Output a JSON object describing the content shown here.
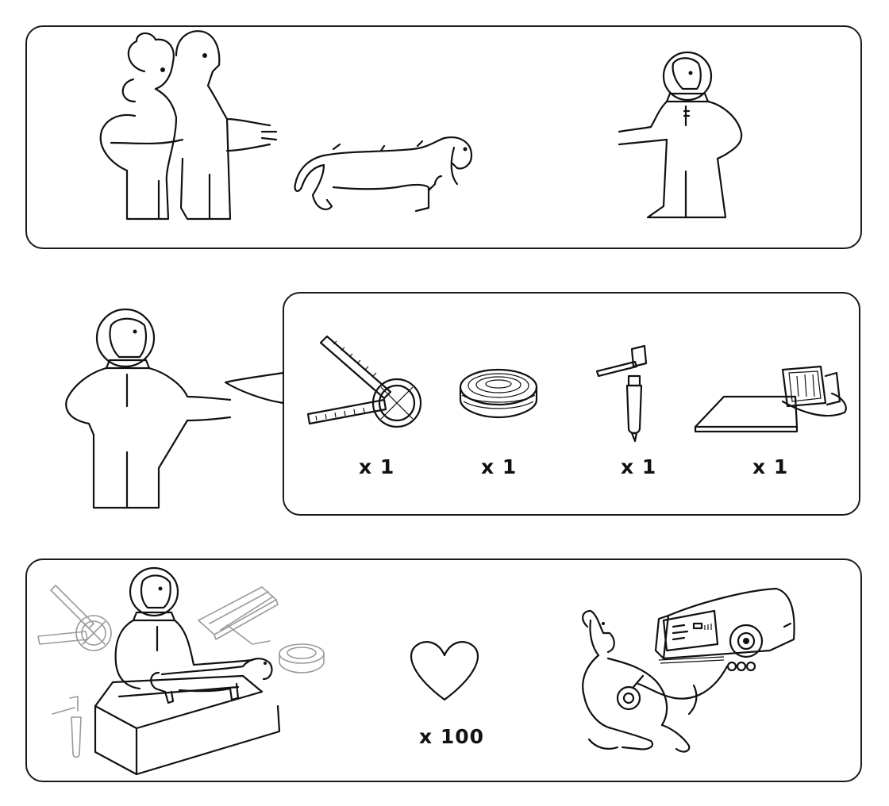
{
  "step2": {
    "items": [
      {
        "icon": "goniometer-icon",
        "qty": "x 1"
      },
      {
        "icon": "balance-disc-icon",
        "qty": "x 1"
      },
      {
        "icon": "camera-monopod-icon",
        "qty": "x 1"
      },
      {
        "icon": "pressure-mat-icon",
        "qty": "x 1"
      }
    ]
  },
  "step3": {
    "heart_icon": "heart-icon",
    "qty": "x 100"
  },
  "colors": {
    "ink": "#111111",
    "faded": "#9a9a9a",
    "background": "#ffffff"
  }
}
